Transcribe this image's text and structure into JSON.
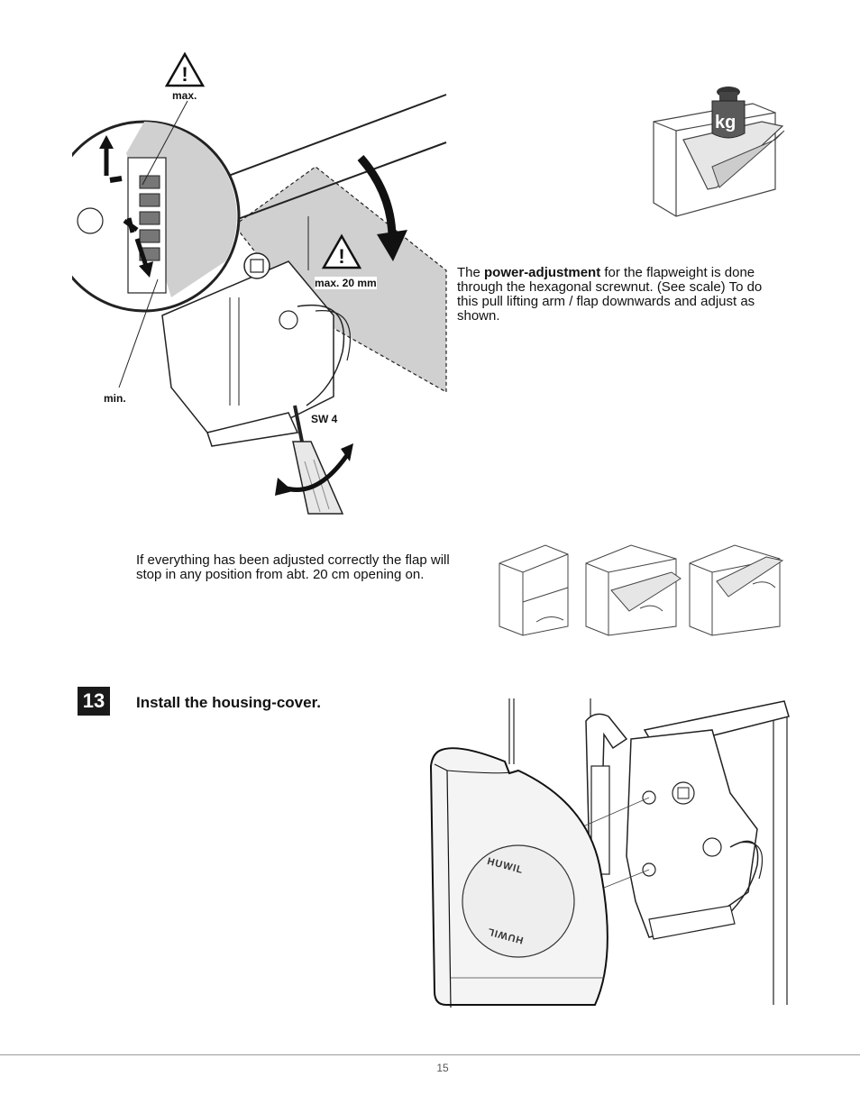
{
  "figure_top": {
    "label_max": "max.",
    "label_max_20mm": "max. 20 mm",
    "label_min": "min.",
    "label_sw4": "SW 4"
  },
  "figure_kg": {
    "label": "kg"
  },
  "power_text": {
    "prefix": "The ",
    "bold": "power-adjustment",
    "suffix": " for the flapweight is done through the hexagonal screwnut. (See scale) To do this pull lifting arm / flap downwards and adjust as shown."
  },
  "stop_text": "If everything has been adjusted correctly the flap will stop in any position from abt. 20 cm opening on.",
  "step": {
    "number": "13",
    "title": "Install the housing-cover."
  },
  "cover_logo": {
    "top": "HUWIL",
    "bottom": "HUWIL"
  },
  "page_number": "15",
  "colors": {
    "badge": "#1a1a1a",
    "shade": "#d0d0d0",
    "rule": "#9a9a9a"
  }
}
